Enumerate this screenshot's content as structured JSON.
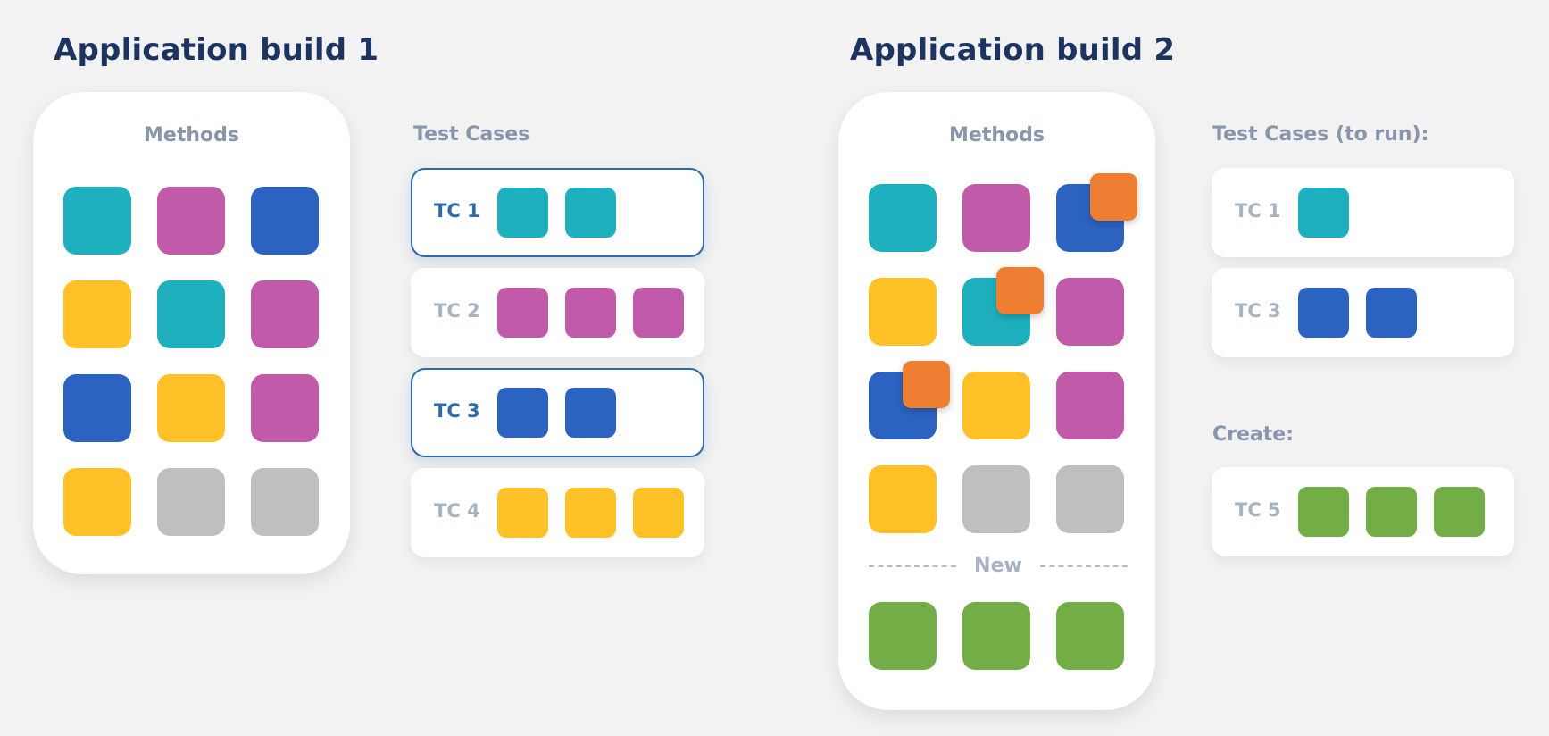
{
  "colors": {
    "teal": "#1eb1bd",
    "magenta": "#c25aaa",
    "blue": "#2c63c1",
    "yellow": "#ffc127",
    "gray": "#bfbfbf",
    "green": "#72ad45",
    "orange": "#ee7e32",
    "title": "#1d3461",
    "label": "#8796ad"
  },
  "build1": {
    "title": "Application build 1",
    "methods_label": "Methods",
    "grid": [
      [
        "teal",
        "magenta",
        "blue"
      ],
      [
        "yellow",
        "teal",
        "magenta"
      ],
      [
        "blue",
        "yellow",
        "magenta"
      ],
      [
        "yellow",
        "gray",
        "gray"
      ]
    ],
    "test_cases_label": "Test Cases",
    "test_cases": [
      {
        "name": "TC 1",
        "selected": true,
        "methods": [
          "teal",
          "teal"
        ]
      },
      {
        "name": "TC 2",
        "selected": false,
        "methods": [
          "magenta",
          "magenta",
          "magenta"
        ]
      },
      {
        "name": "TC 3",
        "selected": true,
        "methods": [
          "blue",
          "blue"
        ]
      },
      {
        "name": "TC 4",
        "selected": false,
        "methods": [
          "yellow",
          "yellow",
          "yellow"
        ]
      }
    ]
  },
  "build2": {
    "title": "Application build 2",
    "methods_label": "Methods",
    "grid": [
      [
        "teal",
        "magenta",
        "blue"
      ],
      [
        "yellow",
        "teal",
        "magenta"
      ],
      [
        "blue",
        "yellow",
        "magenta"
      ],
      [
        "yellow",
        "gray",
        "gray"
      ]
    ],
    "changed": [
      {
        "row": 0,
        "col": 2
      },
      {
        "row": 1,
        "col": 1
      },
      {
        "row": 2,
        "col": 0
      }
    ],
    "new_label": "New",
    "new_methods": [
      "green",
      "green",
      "green"
    ],
    "run_label": "Test Cases (to run):",
    "run_cases": [
      {
        "name": "TC 1",
        "methods": [
          "teal"
        ]
      },
      {
        "name": "TC 3",
        "methods": [
          "blue",
          "blue"
        ]
      }
    ],
    "create_label": "Create:",
    "create_cases": [
      {
        "name": "TC 5",
        "methods": [
          "green",
          "green",
          "green"
        ]
      }
    ]
  }
}
